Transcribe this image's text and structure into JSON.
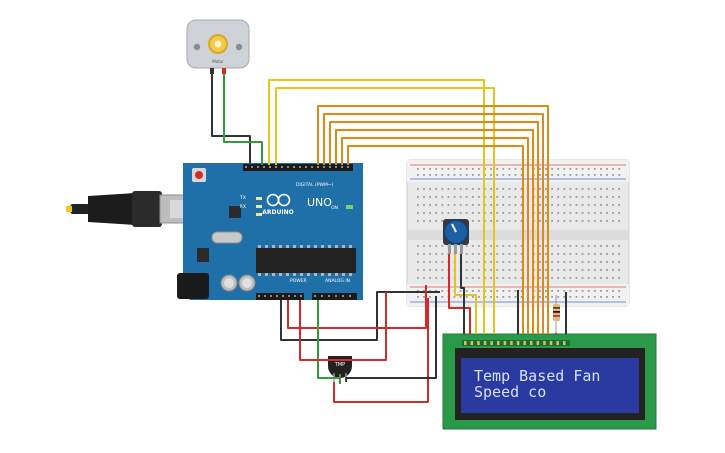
{
  "motor": {
    "label": "Motor"
  },
  "arduino": {
    "logo_text": "ARDUINO",
    "model_text": "UNO",
    "digital_label": "DIGITAL (PWM~)",
    "power_label": "POWER",
    "analog_label": "ANALOG IN",
    "on_label": "ON",
    "tx_label": "TX",
    "rx_label": "RX"
  },
  "temp_sensor": {
    "label": "TMP"
  },
  "lcd": {
    "line1": "Temp  Based Fan",
    "line2": "Speed co"
  },
  "colors": {
    "arduino_board": "#1f6fa8",
    "lcd_board": "#2a9a4a",
    "lcd_screen": "#2a3aa0",
    "wire_yellow": "#e6c619",
    "wire_orange": "#e08a16",
    "wire_red": "#d42a2a",
    "wire_black": "#333333",
    "wire_green": "#2f9e3a"
  }
}
